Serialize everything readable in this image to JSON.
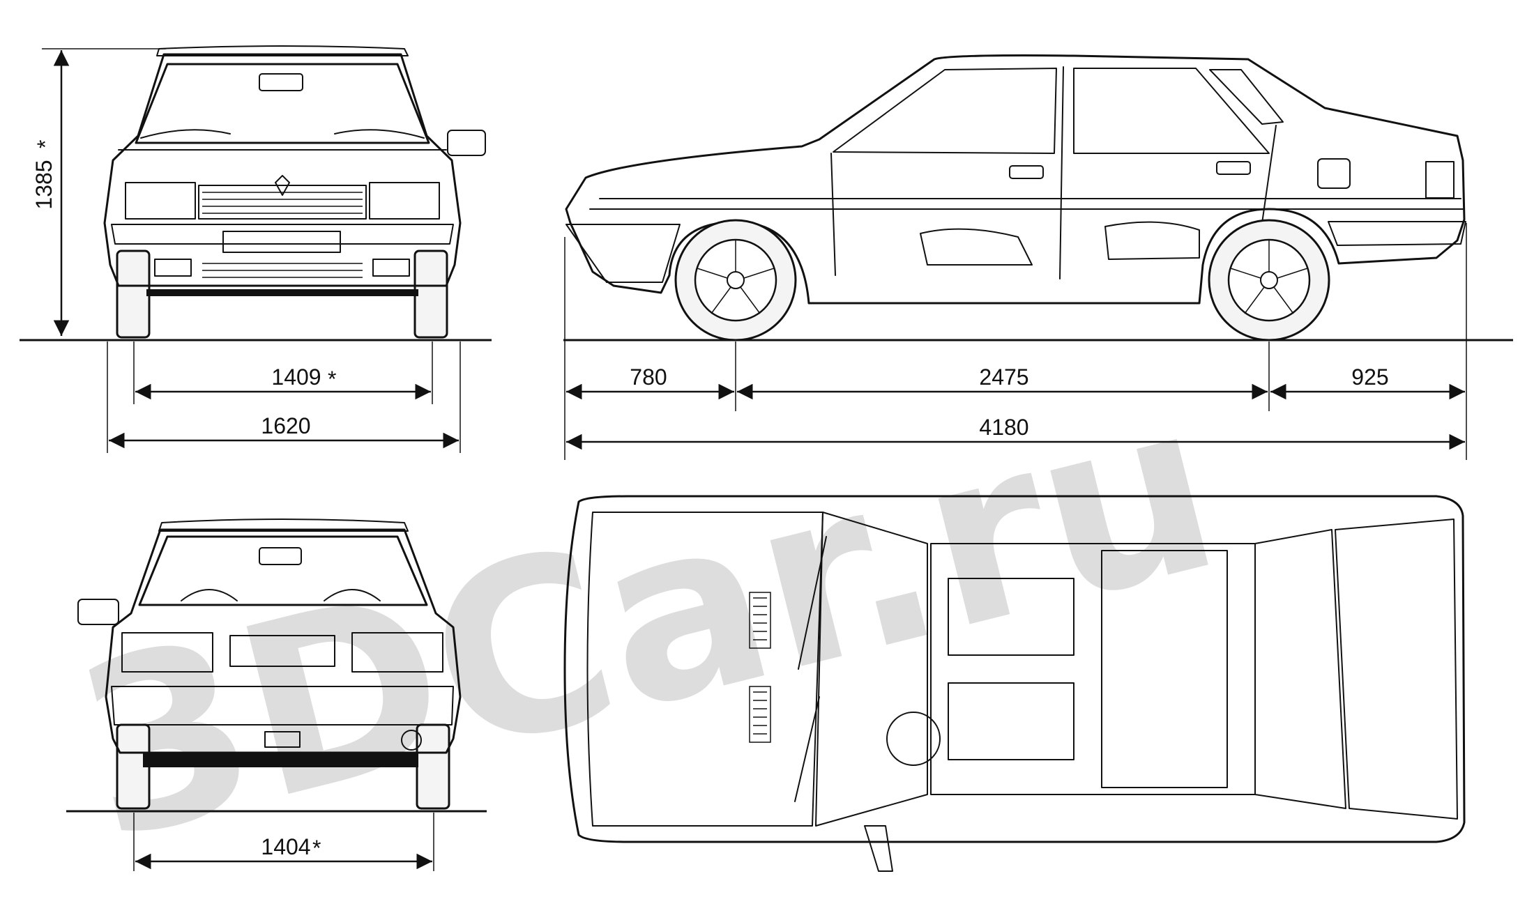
{
  "watermark": {
    "text": "3DCar.ru",
    "color": "#d6d6d6"
  },
  "colors": {
    "line": "#111111",
    "background": "#ffffff"
  },
  "front_view": {
    "height_label": "1385",
    "height_mark": "*",
    "track_label": "1409",
    "track_mark": "*",
    "width_label": "1620"
  },
  "rear_view": {
    "track_label": "1404",
    "track_mark": "*"
  },
  "side_view": {
    "front_overhang_label": "780",
    "wheelbase_label": "2475",
    "rear_overhang_label": "925",
    "length_label": "4180"
  }
}
